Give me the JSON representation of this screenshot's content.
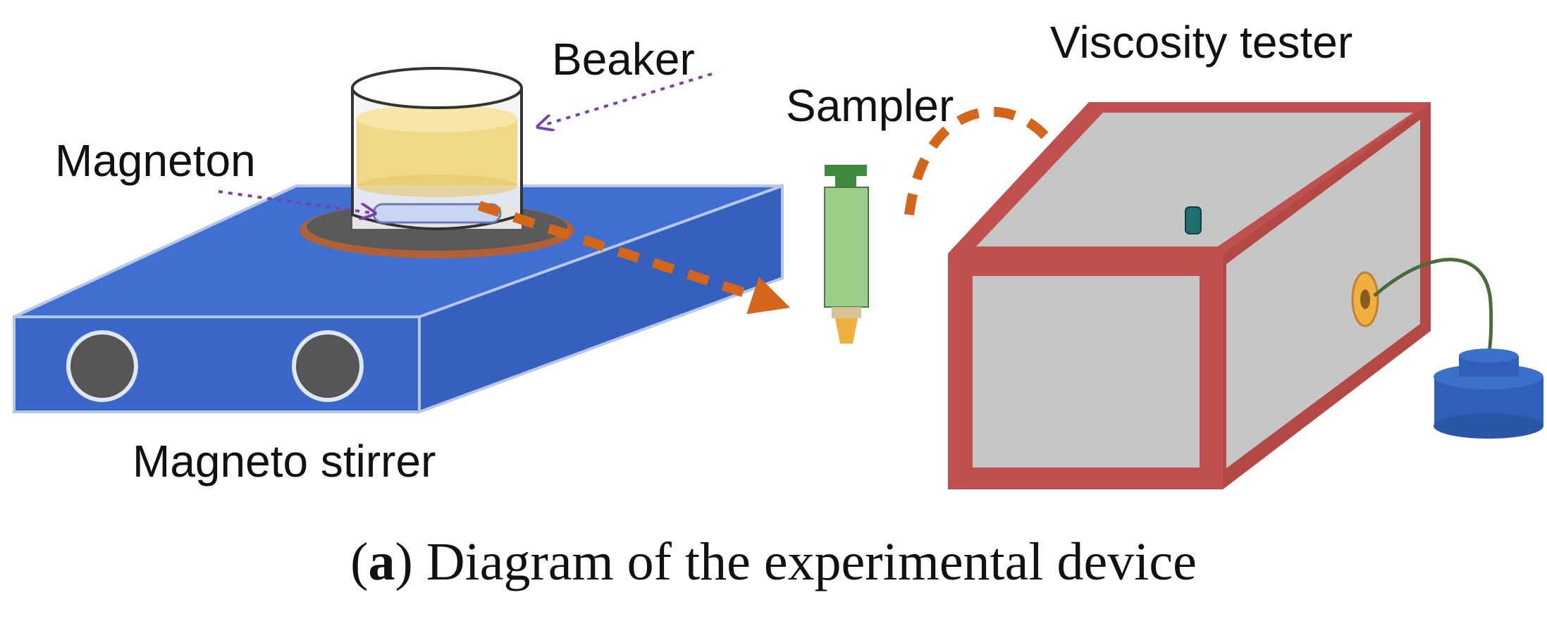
{
  "labels": {
    "beaker": "Beaker",
    "magneton": "Magneton",
    "sampler": "Sampler",
    "viscosity_tester": "Viscosity tester",
    "magneto_stirrer": "Magneto stirrer"
  },
  "caption": {
    "open": "(",
    "letter": "a",
    "rest": ") Diagram of the experimental device"
  },
  "colors": {
    "stirrer_blue": "#3f6fd1",
    "stirrer_edge": "#b7c7e6",
    "knob": "#555555",
    "liquid": "#f1d98a",
    "arrow_orange": "#d3661a",
    "tester_red": "#c0504d",
    "tester_gray": "#c6c6c6",
    "dotted_purple": "#7a3fb0",
    "syringe_green": "#9ccf8a",
    "syringe_cap": "#3f8a3f",
    "tip_yellow": "#f0b040",
    "probe_blue": "#2f5fb8"
  },
  "icons": {
    "stirrer": "magnetic-stirrer-shape",
    "beaker": "beaker-shape",
    "syringe": "syringe-shape",
    "tester": "viscosity-tester-box-shape",
    "probe": "probe-sensor-shape"
  }
}
